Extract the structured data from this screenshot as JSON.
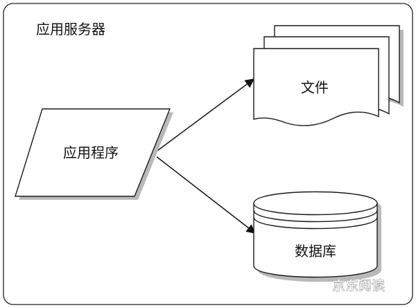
{
  "container": {
    "title": "应用服务器"
  },
  "nodes": {
    "application": {
      "label": "应用程序"
    },
    "file": {
      "label": "文件"
    },
    "database": {
      "label": "数据库"
    }
  },
  "edges": [
    {
      "from": "应用程序",
      "to": "文件"
    },
    {
      "from": "应用程序",
      "to": "数据库"
    }
  ],
  "watermark": {
    "text": "京东阅读"
  },
  "colors": {
    "stroke": "#1a1a1a",
    "shadow": "#b9b9b9",
    "background": "#ffffff"
  }
}
